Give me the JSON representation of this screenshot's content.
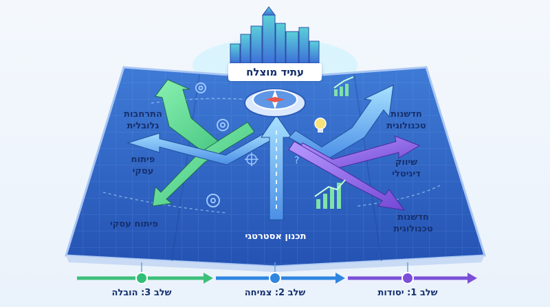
{
  "goal": {
    "label": "עתיד מוצלח"
  },
  "center": {
    "label": "תכנון אסטרטגי"
  },
  "side_labels": [
    {
      "line1": "התרחבות",
      "line2": "גלובלית"
    },
    {
      "line1": "פיתוח",
      "line2": "עסקי"
    },
    {
      "line1": "פיתוח עסקי",
      "line2": ""
    },
    {
      "line1": "חדשנות",
      "line2": "טכנולוגית"
    },
    {
      "line1": "שיווק",
      "line2": "דיגיטלי"
    },
    {
      "line1": "חדשנות",
      "line2": "טכנולוגית"
    }
  ],
  "timeline": {
    "stages": [
      {
        "label": "שלב 3: הובלה",
        "color": "#3cc07a"
      },
      {
        "label": "שלב 2: צמיחה",
        "color": "#2f86e0"
      },
      {
        "label": "שלב 1: יסודות",
        "color": "#7b4fd8"
      }
    ]
  },
  "colors": {
    "map_blue": "#2d63c4",
    "arrow_green": "#56d98c",
    "arrow_blue": "#5aaaf0",
    "arrow_purple": "#8a5ae6"
  }
}
